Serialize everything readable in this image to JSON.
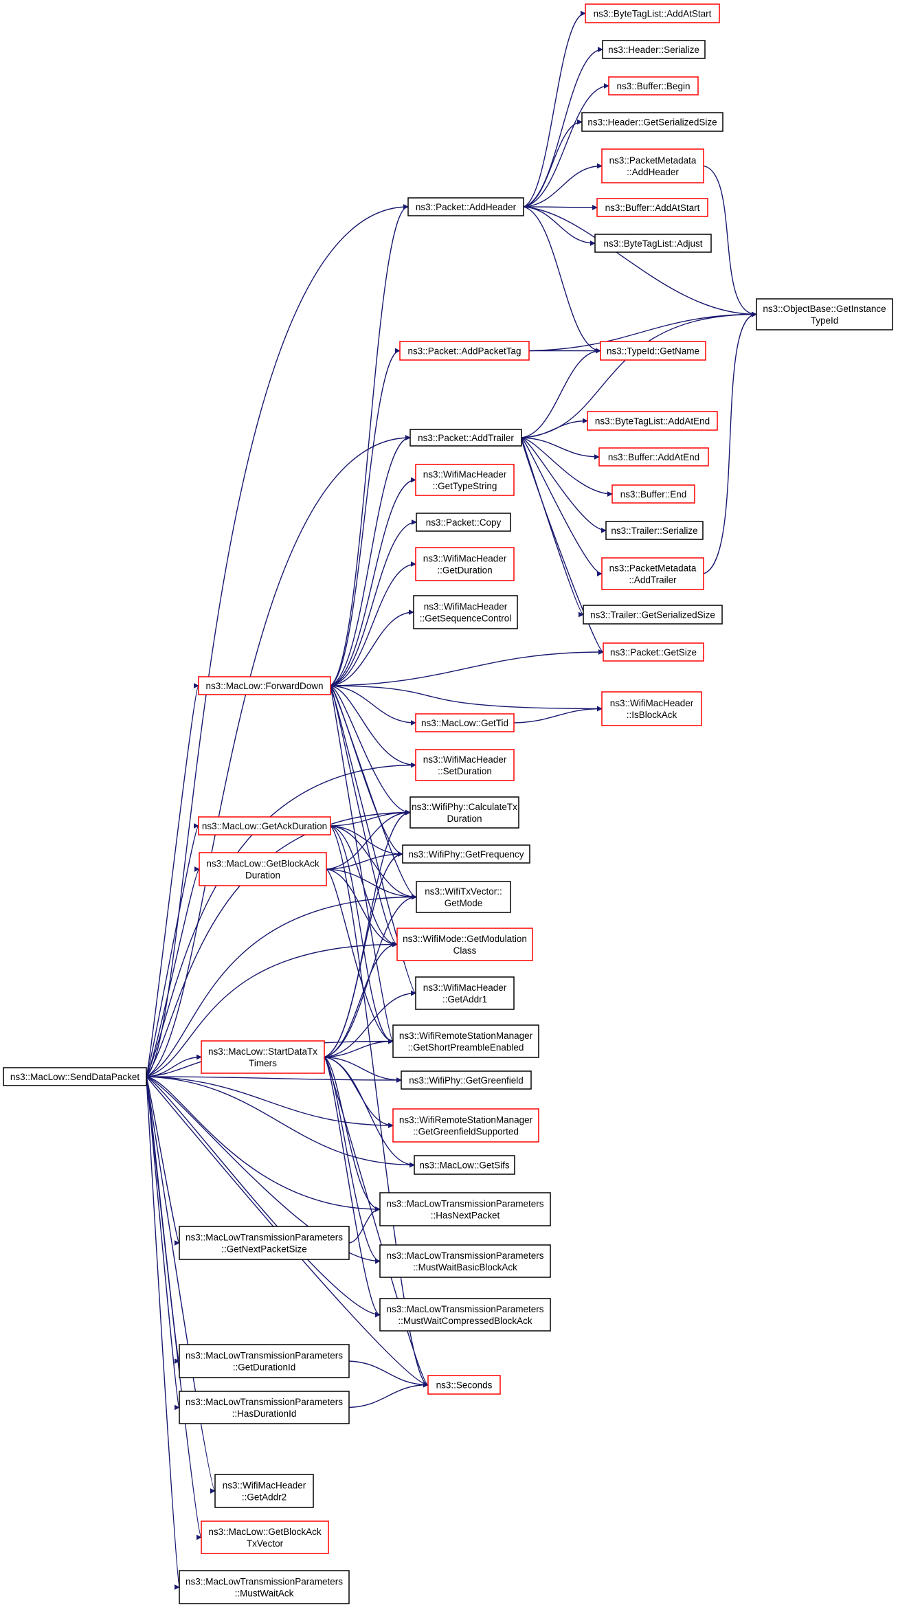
{
  "colors": {
    "edge": "#191970",
    "border_plain": "#000000",
    "border_red": "#ff0000",
    "root_fill": "#bfbfbf"
  },
  "nodes": [
    {
      "id": "root",
      "lines": [
        "ns3::MacLow::SendDataPacket"
      ],
      "style": "root"
    },
    {
      "id": "bt_addatstart",
      "lines": [
        "ns3::ByteTagList::AddAtStart"
      ],
      "style": "red"
    },
    {
      "id": "hdr_serialize",
      "lines": [
        "ns3::Header::Serialize"
      ],
      "style": "plain"
    },
    {
      "id": "buf_begin",
      "lines": [
        "ns3::Buffer::Begin"
      ],
      "style": "red"
    },
    {
      "id": "hdr_getsersize",
      "lines": [
        "ns3::Header::GetSerializedSize"
      ],
      "style": "plain"
    },
    {
      "id": "pm_addheader",
      "lines": [
        "ns3::PacketMetadata",
        "::AddHeader"
      ],
      "style": "red"
    },
    {
      "id": "pkt_addheader",
      "lines": [
        "ns3::Packet::AddHeader"
      ],
      "style": "plain"
    },
    {
      "id": "buf_addatstart",
      "lines": [
        "ns3::Buffer::AddAtStart"
      ],
      "style": "red"
    },
    {
      "id": "bt_adjust",
      "lines": [
        "ns3::ByteTagList::Adjust"
      ],
      "style": "plain"
    },
    {
      "id": "objbase_gettid",
      "lines": [
        "ns3::ObjectBase::GetInstance",
        "TypeId"
      ],
      "style": "plain"
    },
    {
      "id": "pkt_addpackettag",
      "lines": [
        "ns3::Packet::AddPacketTag"
      ],
      "style": "red"
    },
    {
      "id": "typeid_getname",
      "lines": [
        "ns3::TypeId::GetName"
      ],
      "style": "red"
    },
    {
      "id": "pkt_addtrailer",
      "lines": [
        "ns3::Packet::AddTrailer"
      ],
      "style": "plain"
    },
    {
      "id": "bt_addatend",
      "lines": [
        "ns3::ByteTagList::AddAtEnd"
      ],
      "style": "red"
    },
    {
      "id": "wmh_gettypestring",
      "lines": [
        "ns3::WifiMacHeader",
        "::GetTypeString"
      ],
      "style": "red"
    },
    {
      "id": "buf_addatend",
      "lines": [
        "ns3::Buffer::AddAtEnd"
      ],
      "style": "red"
    },
    {
      "id": "buf_end",
      "lines": [
        "ns3::Buffer::End"
      ],
      "style": "red"
    },
    {
      "id": "pkt_copy",
      "lines": [
        "ns3::Packet::Copy"
      ],
      "style": "plain"
    },
    {
      "id": "trl_serialize",
      "lines": [
        "ns3::Trailer::Serialize"
      ],
      "style": "plain"
    },
    {
      "id": "wmh_getduration",
      "lines": [
        "ns3::WifiMacHeader",
        "::GetDuration"
      ],
      "style": "red"
    },
    {
      "id": "pm_addtrailer",
      "lines": [
        "ns3::PacketMetadata",
        "::AddTrailer"
      ],
      "style": "red"
    },
    {
      "id": "wmh_getseqctl",
      "lines": [
        "ns3::WifiMacHeader",
        "::GetSequenceControl"
      ],
      "style": "plain"
    },
    {
      "id": "trl_getsersize",
      "lines": [
        "ns3::Trailer::GetSerializedSize"
      ],
      "style": "plain"
    },
    {
      "id": "pkt_getsize",
      "lines": [
        "ns3::Packet::GetSize"
      ],
      "style": "red"
    },
    {
      "id": "ml_forwarddown",
      "lines": [
        "ns3::MacLow::ForwardDown"
      ],
      "style": "red"
    },
    {
      "id": "wmh_isblockack",
      "lines": [
        "ns3::WifiMacHeader",
        "::IsBlockAck"
      ],
      "style": "red"
    },
    {
      "id": "ml_gettid",
      "lines": [
        "ns3::MacLow::GetTid"
      ],
      "style": "red"
    },
    {
      "id": "wmh_setduration",
      "lines": [
        "ns3::WifiMacHeader",
        "::SetDuration"
      ],
      "style": "red"
    },
    {
      "id": "phy_calctxdur",
      "lines": [
        "ns3::WifiPhy::CalculateTx",
        "Duration"
      ],
      "style": "plain"
    },
    {
      "id": "ml_getackdur",
      "lines": [
        "ns3::MacLow::GetAckDuration"
      ],
      "style": "red"
    },
    {
      "id": "phy_getfreq",
      "lines": [
        "ns3::WifiPhy::GetFrequency"
      ],
      "style": "plain"
    },
    {
      "id": "ml_getbadur",
      "lines": [
        "ns3::MacLow::GetBlockAck",
        "Duration"
      ],
      "style": "red"
    },
    {
      "id": "txv_getmode",
      "lines": [
        "ns3::WifiTxVector::",
        "GetMode"
      ],
      "style": "plain"
    },
    {
      "id": "mode_getmodclass",
      "lines": [
        "ns3::WifiMode::GetModulation",
        "Class"
      ],
      "style": "red"
    },
    {
      "id": "wmh_getaddr1",
      "lines": [
        "ns3::WifiMacHeader",
        "::GetAddr1"
      ],
      "style": "plain"
    },
    {
      "id": "rsm_getshortpre",
      "lines": [
        "ns3::WifiRemoteStationManager",
        "::GetShortPreambleEnabled"
      ],
      "style": "plain"
    },
    {
      "id": "ml_startdatatx",
      "lines": [
        "ns3::MacLow::StartDataTx",
        "Timers"
      ],
      "style": "red"
    },
    {
      "id": "phy_getgreenfield",
      "lines": [
        "ns3::WifiPhy::GetGreenfield"
      ],
      "style": "plain"
    },
    {
      "id": "rsm_getgreensupp",
      "lines": [
        "ns3::WifiRemoteStationManager",
        "::GetGreenfieldSupported"
      ],
      "style": "red"
    },
    {
      "id": "ml_getsifs",
      "lines": [
        "ns3::MacLow::GetSifs"
      ],
      "style": "plain"
    },
    {
      "id": "mltp_hasnext",
      "lines": [
        "ns3::MacLowTransmissionParameters",
        "::HasNextPacket"
      ],
      "style": "plain"
    },
    {
      "id": "mltp_getnextsize",
      "lines": [
        "ns3::MacLowTransmissionParameters",
        "::GetNextPacketSize"
      ],
      "style": "plain"
    },
    {
      "id": "mltp_waitbasic",
      "lines": [
        "ns3::MacLowTransmissionParameters",
        "::MustWaitBasicBlockAck"
      ],
      "style": "plain"
    },
    {
      "id": "mltp_waitcomp",
      "lines": [
        "ns3::MacLowTransmissionParameters",
        "::MustWaitCompressedBlockAck"
      ],
      "style": "plain"
    },
    {
      "id": "mltp_getdurid",
      "lines": [
        "ns3::MacLowTransmissionParameters",
        "::GetDurationId"
      ],
      "style": "plain"
    },
    {
      "id": "ns3_seconds",
      "lines": [
        "ns3::Seconds"
      ],
      "style": "red"
    },
    {
      "id": "mltp_hasdurid",
      "lines": [
        "ns3::MacLowTransmissionParameters",
        "::HasDurationId"
      ],
      "style": "plain"
    },
    {
      "id": "wmh_getaddr2",
      "lines": [
        "ns3::WifiMacHeader",
        "::GetAddr2"
      ],
      "style": "plain"
    },
    {
      "id": "ml_getbatxv",
      "lines": [
        "ns3::MacLow::GetBlockAck",
        "TxVector"
      ],
      "style": "red"
    },
    {
      "id": "mltp_mustwaitack",
      "lines": [
        "ns3::MacLowTransmissionParameters",
        "::MustWaitAck"
      ],
      "style": "plain"
    }
  ],
  "edges": [
    [
      "root",
      "pkt_addheader"
    ],
    [
      "root",
      "pkt_addtrailer"
    ],
    [
      "root",
      "ml_forwarddown"
    ],
    [
      "root",
      "wmh_setduration"
    ],
    [
      "root",
      "phy_calctxdur"
    ],
    [
      "root",
      "ml_getackdur"
    ],
    [
      "root",
      "ml_getbadur"
    ],
    [
      "root",
      "txv_getmode"
    ],
    [
      "root",
      "mode_getmodclass"
    ],
    [
      "root",
      "rsm_getshortpre"
    ],
    [
      "root",
      "ml_startdatatx"
    ],
    [
      "root",
      "phy_getgreenfield"
    ],
    [
      "root",
      "rsm_getgreensupp"
    ],
    [
      "root",
      "ml_getsifs"
    ],
    [
      "root",
      "mltp_hasnext"
    ],
    [
      "root",
      "mltp_getnextsize"
    ],
    [
      "root",
      "mltp_waitbasic"
    ],
    [
      "root",
      "mltp_waitcomp"
    ],
    [
      "root",
      "mltp_getdurid"
    ],
    [
      "root",
      "mltp_hasdurid"
    ],
    [
      "root",
      "ns3_seconds"
    ],
    [
      "root",
      "wmh_getaddr2"
    ],
    [
      "root",
      "ml_getbatxv"
    ],
    [
      "root",
      "mltp_mustwaitack"
    ],
    [
      "pkt_addheader",
      "bt_addatstart"
    ],
    [
      "pkt_addheader",
      "hdr_serialize"
    ],
    [
      "pkt_addheader",
      "buf_begin"
    ],
    [
      "pkt_addheader",
      "hdr_getsersize"
    ],
    [
      "pkt_addheader",
      "pm_addheader"
    ],
    [
      "pkt_addheader",
      "buf_addatstart"
    ],
    [
      "pkt_addheader",
      "bt_adjust"
    ],
    [
      "pkt_addheader",
      "objbase_gettid"
    ],
    [
      "pkt_addheader",
      "typeid_getname"
    ],
    [
      "pm_addheader",
      "objbase_gettid"
    ],
    [
      "pkt_addpackettag",
      "objbase_gettid"
    ],
    [
      "pkt_addpackettag",
      "typeid_getname"
    ],
    [
      "pkt_addtrailer",
      "typeid_getname"
    ],
    [
      "pkt_addtrailer",
      "objbase_gettid"
    ],
    [
      "pkt_addtrailer",
      "bt_addatend"
    ],
    [
      "pkt_addtrailer",
      "buf_addatend"
    ],
    [
      "pkt_addtrailer",
      "buf_end"
    ],
    [
      "pkt_addtrailer",
      "trl_serialize"
    ],
    [
      "pkt_addtrailer",
      "pm_addtrailer"
    ],
    [
      "pkt_addtrailer",
      "trl_getsersize"
    ],
    [
      "pkt_addtrailer",
      "pkt_getsize"
    ],
    [
      "pm_addtrailer",
      "objbase_gettid"
    ],
    [
      "ml_forwarddown",
      "pkt_addheader"
    ],
    [
      "ml_forwarddown",
      "pkt_addpackettag"
    ],
    [
      "ml_forwarddown",
      "pkt_addtrailer"
    ],
    [
      "ml_forwarddown",
      "wmh_gettypestring"
    ],
    [
      "ml_forwarddown",
      "pkt_copy"
    ],
    [
      "ml_forwarddown",
      "wmh_getduration"
    ],
    [
      "ml_forwarddown",
      "wmh_getseqctl"
    ],
    [
      "ml_forwarddown",
      "pkt_getsize"
    ],
    [
      "ml_forwarddown",
      "wmh_isblockack"
    ],
    [
      "ml_forwarddown",
      "ml_gettid"
    ],
    [
      "ml_forwarddown",
      "wmh_setduration"
    ],
    [
      "ml_forwarddown",
      "phy_calctxdur"
    ],
    [
      "ml_forwarddown",
      "phy_getfreq"
    ],
    [
      "ml_forwarddown",
      "txv_getmode"
    ],
    [
      "ml_forwarddown",
      "mode_getmodclass"
    ],
    [
      "ml_forwarddown",
      "wmh_getaddr1"
    ],
    [
      "ml_forwarddown",
      "rsm_getshortpre"
    ],
    [
      "ml_gettid",
      "wmh_isblockack"
    ],
    [
      "ml_getackdur",
      "phy_calctxdur"
    ],
    [
      "ml_getackdur",
      "phy_getfreq"
    ],
    [
      "ml_getackdur",
      "txv_getmode"
    ],
    [
      "ml_getackdur",
      "mode_getmodclass"
    ],
    [
      "ml_getackdur",
      "rsm_getshortpre"
    ],
    [
      "ml_getackdur",
      "ns3_seconds"
    ],
    [
      "ml_getbadur",
      "phy_calctxdur"
    ],
    [
      "ml_getbadur",
      "phy_getfreq"
    ],
    [
      "ml_getbadur",
      "txv_getmode"
    ],
    [
      "ml_getbadur",
      "mode_getmodclass"
    ],
    [
      "ml_getbadur",
      "rsm_getshortpre"
    ],
    [
      "ml_startdatatx",
      "phy_calctxdur"
    ],
    [
      "ml_startdatatx",
      "phy_getfreq"
    ],
    [
      "ml_startdatatx",
      "txv_getmode"
    ],
    [
      "ml_startdatatx",
      "mode_getmodclass"
    ],
    [
      "ml_startdatatx",
      "wmh_getaddr1"
    ],
    [
      "ml_startdatatx",
      "rsm_getshortpre"
    ],
    [
      "ml_startdatatx",
      "phy_getgreenfield"
    ],
    [
      "ml_startdatatx",
      "rsm_getgreensupp"
    ],
    [
      "ml_startdatatx",
      "ml_getsifs"
    ],
    [
      "ml_startdatatx",
      "mltp_hasnext"
    ],
    [
      "ml_startdatatx",
      "mltp_waitbasic"
    ],
    [
      "ml_startdatatx",
      "mltp_waitcomp"
    ],
    [
      "ml_startdatatx",
      "ns3_seconds"
    ],
    [
      "mltp_getnextsize",
      "mltp_hasnext"
    ],
    [
      "mltp_getdurid",
      "ns3_seconds"
    ],
    [
      "mltp_hasdurid",
      "ns3_seconds"
    ]
  ]
}
